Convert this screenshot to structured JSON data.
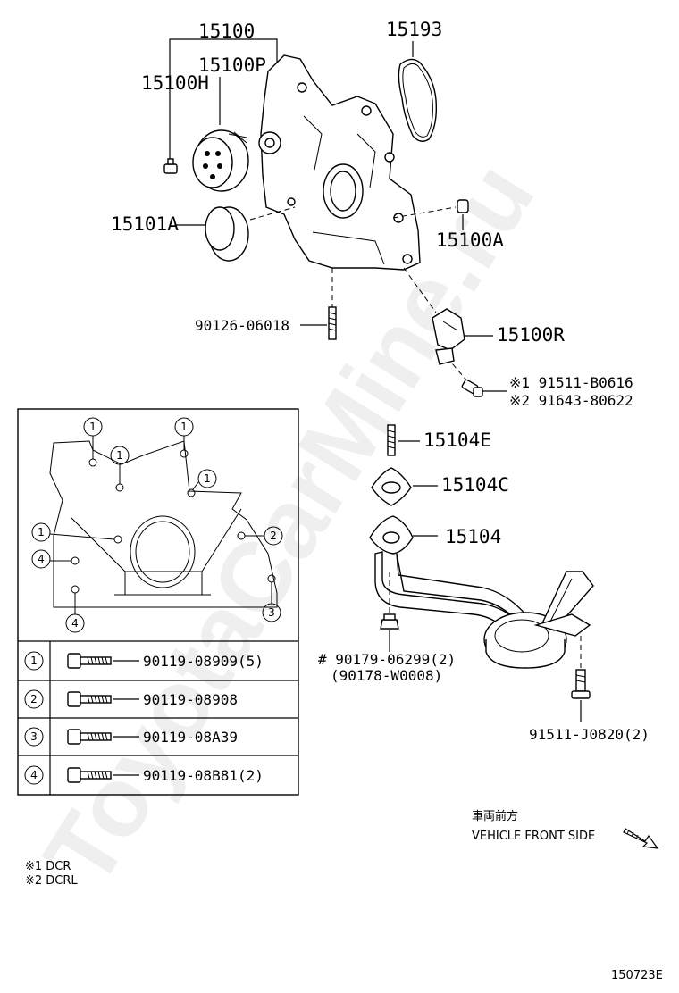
{
  "parts": {
    "p15100": "15100",
    "p15100P": "15100P",
    "p15100H": "15100H",
    "p15193": "15193",
    "p15101A": "15101A",
    "p15100A": "15100A",
    "p90126": "90126-06018",
    "p15100R": "15100R",
    "p91511_B0616": "※1 91511-B0616",
    "p91643_80622": "※2 91643-80622",
    "p15104E": "15104E",
    "p15104C": "15104C",
    "p15104": "15104",
    "p90179": "# 90179-06299(2)",
    "p90178": "(90178-W0008)",
    "p91511_J0820": "91511-J0820(2)"
  },
  "bolt_table": [
    {
      "num": "1",
      "part": "90119-08909(5)"
    },
    {
      "num": "2",
      "part": "90119-08908"
    },
    {
      "num": "3",
      "part": "90119-08A39"
    },
    {
      "num": "4",
      "part": "90119-08B81(2)"
    }
  ],
  "callouts": {
    "c1": "1",
    "c2": "2",
    "c3": "3",
    "c4": "4"
  },
  "front": {
    "jp": "車両前方",
    "en": "VEHICLE FRONT SIDE"
  },
  "notes": {
    "n1": "※1  DCR",
    "n2": "※2  DCRL"
  },
  "code": "150723E",
  "watermark": "ToyotaCarMine.ru"
}
